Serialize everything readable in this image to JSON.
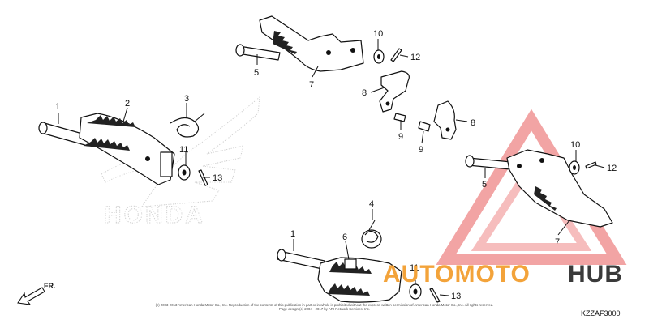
{
  "callouts": {
    "c1a": "1",
    "c1b": "1",
    "c2": "2",
    "c3": "3",
    "c4": "4",
    "c5a": "5",
    "c5b": "5",
    "c6": "6",
    "c7a": "7",
    "c7b": "7",
    "c8a": "8",
    "c8b": "8",
    "c9a": "9",
    "c9b": "9",
    "c10a": "10",
    "c10b": "10",
    "c11a": "11",
    "c11b": "11",
    "c12a": "12",
    "c12b": "12",
    "c13a": "13",
    "c13b": "13"
  },
  "direction_label": "FR.",
  "part_code": "KZZAF3000",
  "background_logo_text": "HONDA",
  "copyright_line1": "(c) 2003-2013 American Honda Motor Co., Inc. Reproduction of the contents of this publication in part or in whole is prohibited without the express written permission of American Honda Motor Co., Inc. All rights reserved.",
  "copyright_line2": "Page design (c) 2004 - 2017 by ARI Network Services, Inc.",
  "watermark": {
    "part1": "AUTOMOTO",
    "part2": "HUB"
  },
  "colors": {
    "watermark_orange": "#f3a33a",
    "watermark_red": "#e63b3b",
    "watermark_dark": "#3a3a3a",
    "line": "#111111"
  }
}
